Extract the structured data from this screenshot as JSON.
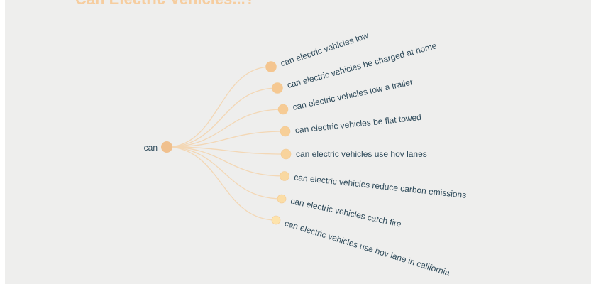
{
  "title": "Can Electric Vehicles...?",
  "colors": {
    "link": "#f3d7b5",
    "text": "#2e4a5a",
    "title": "#f6cd9f"
  },
  "tree": {
    "root": {
      "label": "can",
      "color": "#f0c08e"
    },
    "children": [
      {
        "label": "can electric vehicles tow",
        "color": "#f4c590"
      },
      {
        "label": "can electric vehicles be charged at home",
        "color": "#f5c892"
      },
      {
        "label": "can electric vehicles tow a trailer",
        "color": "#f6cb95"
      },
      {
        "label": "can electric vehicles be flat towed",
        "color": "#f7cf98"
      },
      {
        "label": "can electric vehicles use hov lanes",
        "color": "#f8d39c"
      },
      {
        "label": "can electric vehicles reduce carbon emissions",
        "color": "#f9d8a1"
      },
      {
        "label": "can electric vehicles catch fire",
        "color": "#fbdda6"
      },
      {
        "label": "can electric vehicles use hov lane in california",
        "color": "#fde3ac"
      }
    ]
  }
}
